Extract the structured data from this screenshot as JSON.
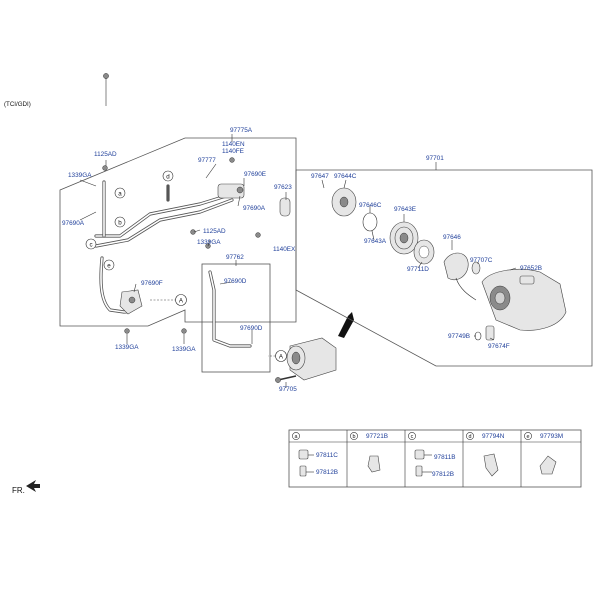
{
  "header": {
    "variant": "(TCI/GDI)"
  },
  "orientation": {
    "label": "FR."
  },
  "part_labels": {
    "p97775A": "97775A",
    "p1140EN": "1140EN",
    "p1140FE": "1140FE",
    "p97777": "97777",
    "p97690E": "97690E",
    "p97623": "97623",
    "p97690A_r": "97690A",
    "p1140EX": "1140EX",
    "p1125AD_top": "1125AD",
    "p1339GA_l": "1339GA",
    "p97690A_l": "97690A",
    "p1125AD_mid": "1125AD",
    "p1339GA_mid": "1339GA",
    "p97690F": "97690F",
    "p1339GA_bl": "1339GA",
    "p1339GA_bm": "1339GA",
    "p97762": "97762",
    "p97690D_top": "97690D",
    "p97690D_bot": "97690D",
    "p97705": "97705",
    "p97701": "97701",
    "p97647": "97647",
    "p97644C": "97644C",
    "p97646C": "97646C",
    "p97643E": "97643E",
    "p97643A": "97643A",
    "p97646": "97646",
    "p97711D": "97711D",
    "p97707C": "97707C",
    "p97652B": "97652B",
    "p97749B": "97749B",
    "p97674F": "97674F"
  },
  "callouts": {
    "a": "a",
    "b": "b",
    "c": "c",
    "d": "d",
    "e": "e",
    "A1": "A",
    "A2": "A"
  },
  "legend": {
    "cells": [
      {
        "key": "a",
        "part": "",
        "subparts": [
          "97811C",
          "97812B"
        ]
      },
      {
        "key": "b",
        "part": "97721B",
        "subparts": []
      },
      {
        "key": "c",
        "part": "",
        "subparts": [
          "97811B",
          "97812B"
        ]
      },
      {
        "key": "d",
        "part": "97794N",
        "subparts": []
      },
      {
        "key": "e",
        "part": "97793M",
        "subparts": []
      }
    ]
  },
  "colors": {
    "label_blue": "#1f3f9a",
    "line": "#333333",
    "frame": "#555555"
  }
}
